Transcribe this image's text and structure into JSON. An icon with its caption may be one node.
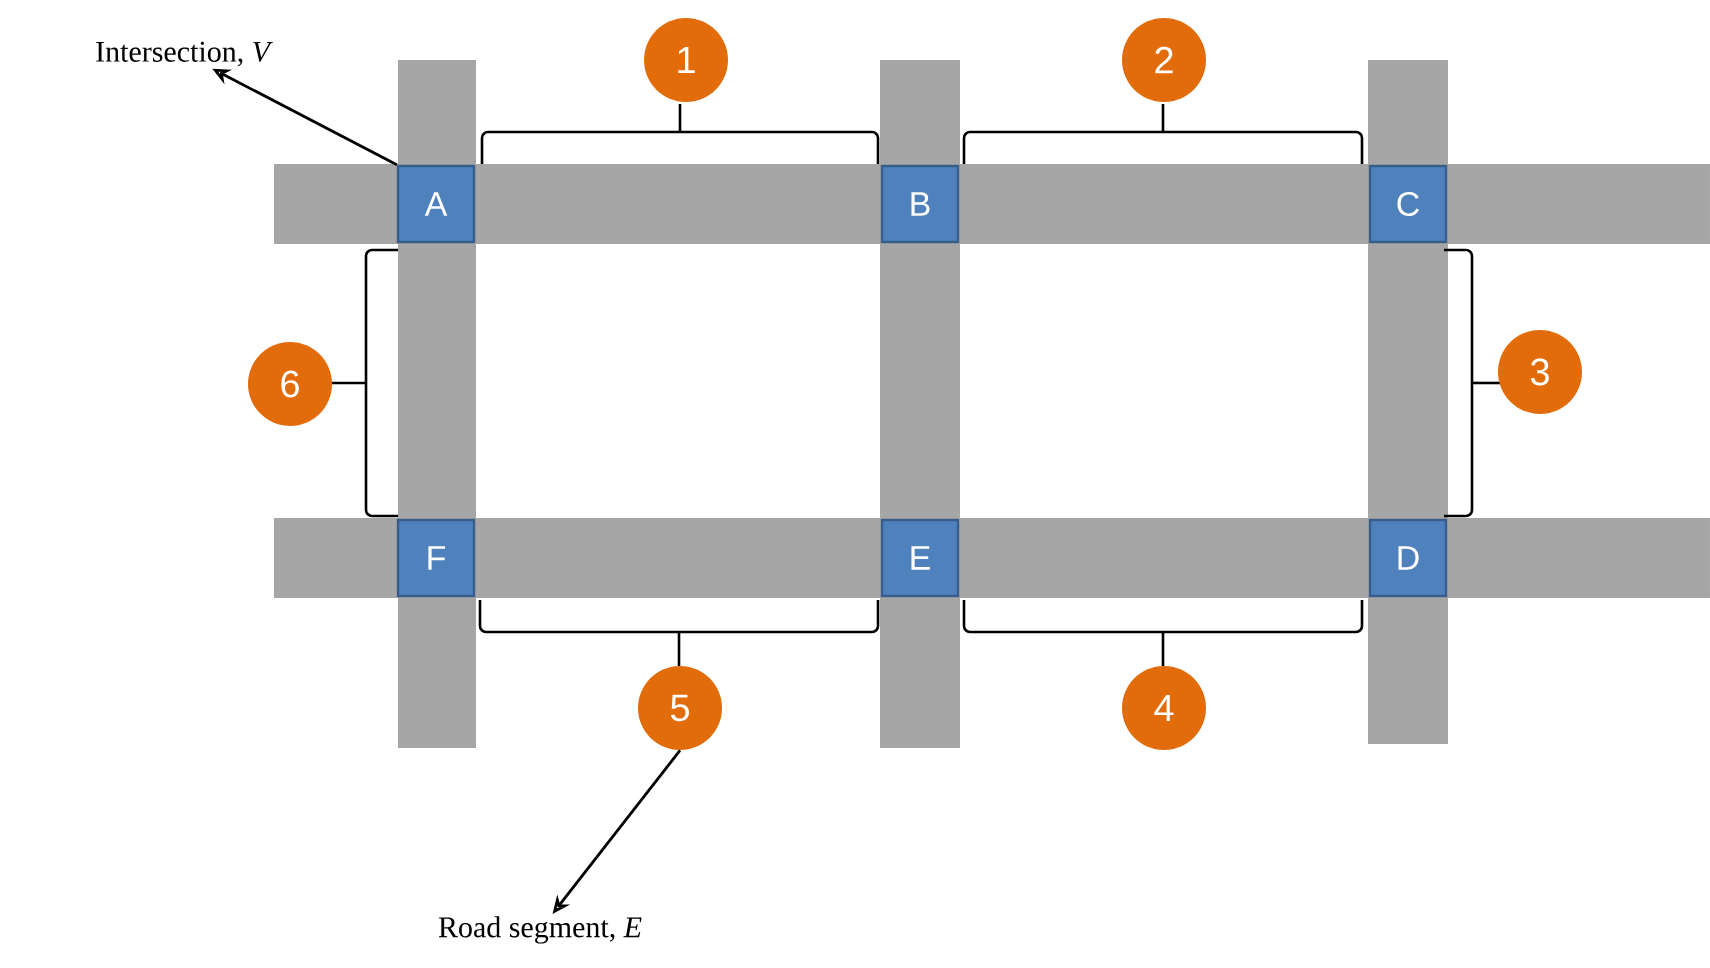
{
  "diagram": {
    "nodes": [
      {
        "text": [
          "Intersection, *V*"
        ]
      },
      {
        "text": [
          "A"
        ]
      },
      {
        "text": [
          "B"
        ]
      },
      {
        "text": [
          "C"
        ]
      },
      {
        "text": [
          "D"
        ]
      },
      {
        "text": [
          "E"
        ]
      },
      {
        "text": [
          "F"
        ]
      },
      {
        "text": [
          "1"
        ]
      },
      {
        "text": [
          "2"
        ]
      },
      {
        "text": [
          "3"
        ]
      },
      {
        "text": [
          "4"
        ]
      },
      {
        "text": [
          "5"
        ]
      },
      {
        "text": [
          "6"
        ]
      },
      {
        "text": [
          "Road segment, *E*"
        ]
      }
    ],
    "edges": [
      {
        "from": 1,
        "to": 0,
        "arrow": "to"
      },
      {
        "from": 11,
        "to": 13,
        "arrow": "to"
      }
    ]
  }
}
